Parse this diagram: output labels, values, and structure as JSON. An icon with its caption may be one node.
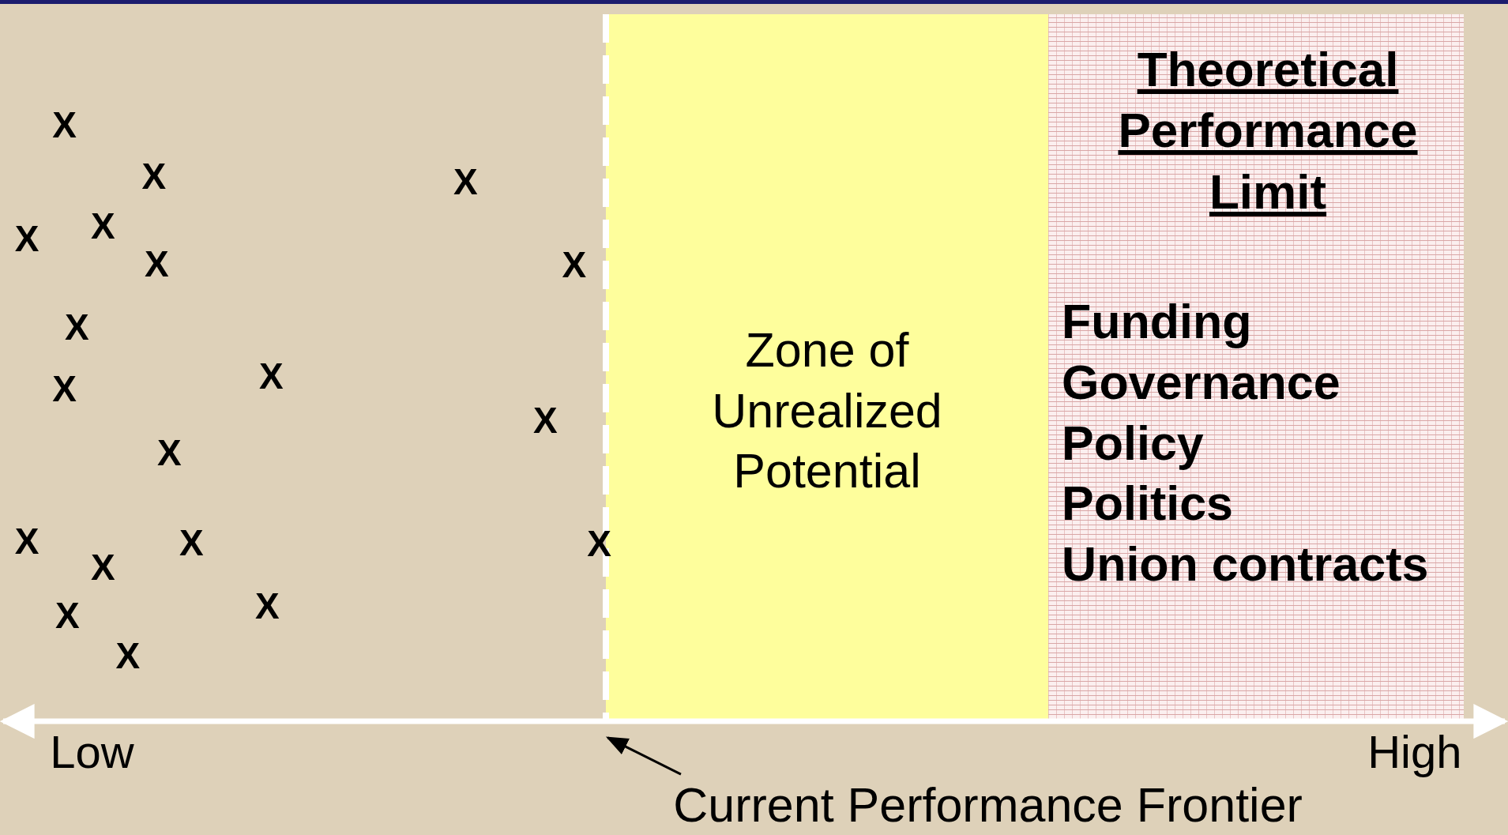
{
  "diagram": {
    "nodes": [
      {
        "text": [
          "Zone of Unrealized Potential"
        ]
      },
      {
        "text": [
          "Theoretical Performance Limit",
          "Funding",
          "Governance",
          "Policy",
          "Politics",
          "Union contracts"
        ]
      },
      {
        "text": [],
        "shape": "line"
      },
      {
        "text": [
          "Current Performance Frontier"
        ]
      }
    ],
    "edges": [
      {
        "from": 3,
        "to": 2,
        "arrow": "to"
      }
    ],
    "labels": [
      "X",
      "X",
      "X",
      "X",
      "X",
      "X",
      "X",
      "X",
      "X",
      "X",
      "X",
      "X",
      "X",
      "X",
      "X",
      "X",
      "X",
      "X",
      "X",
      "Low",
      "High"
    ]
  }
}
